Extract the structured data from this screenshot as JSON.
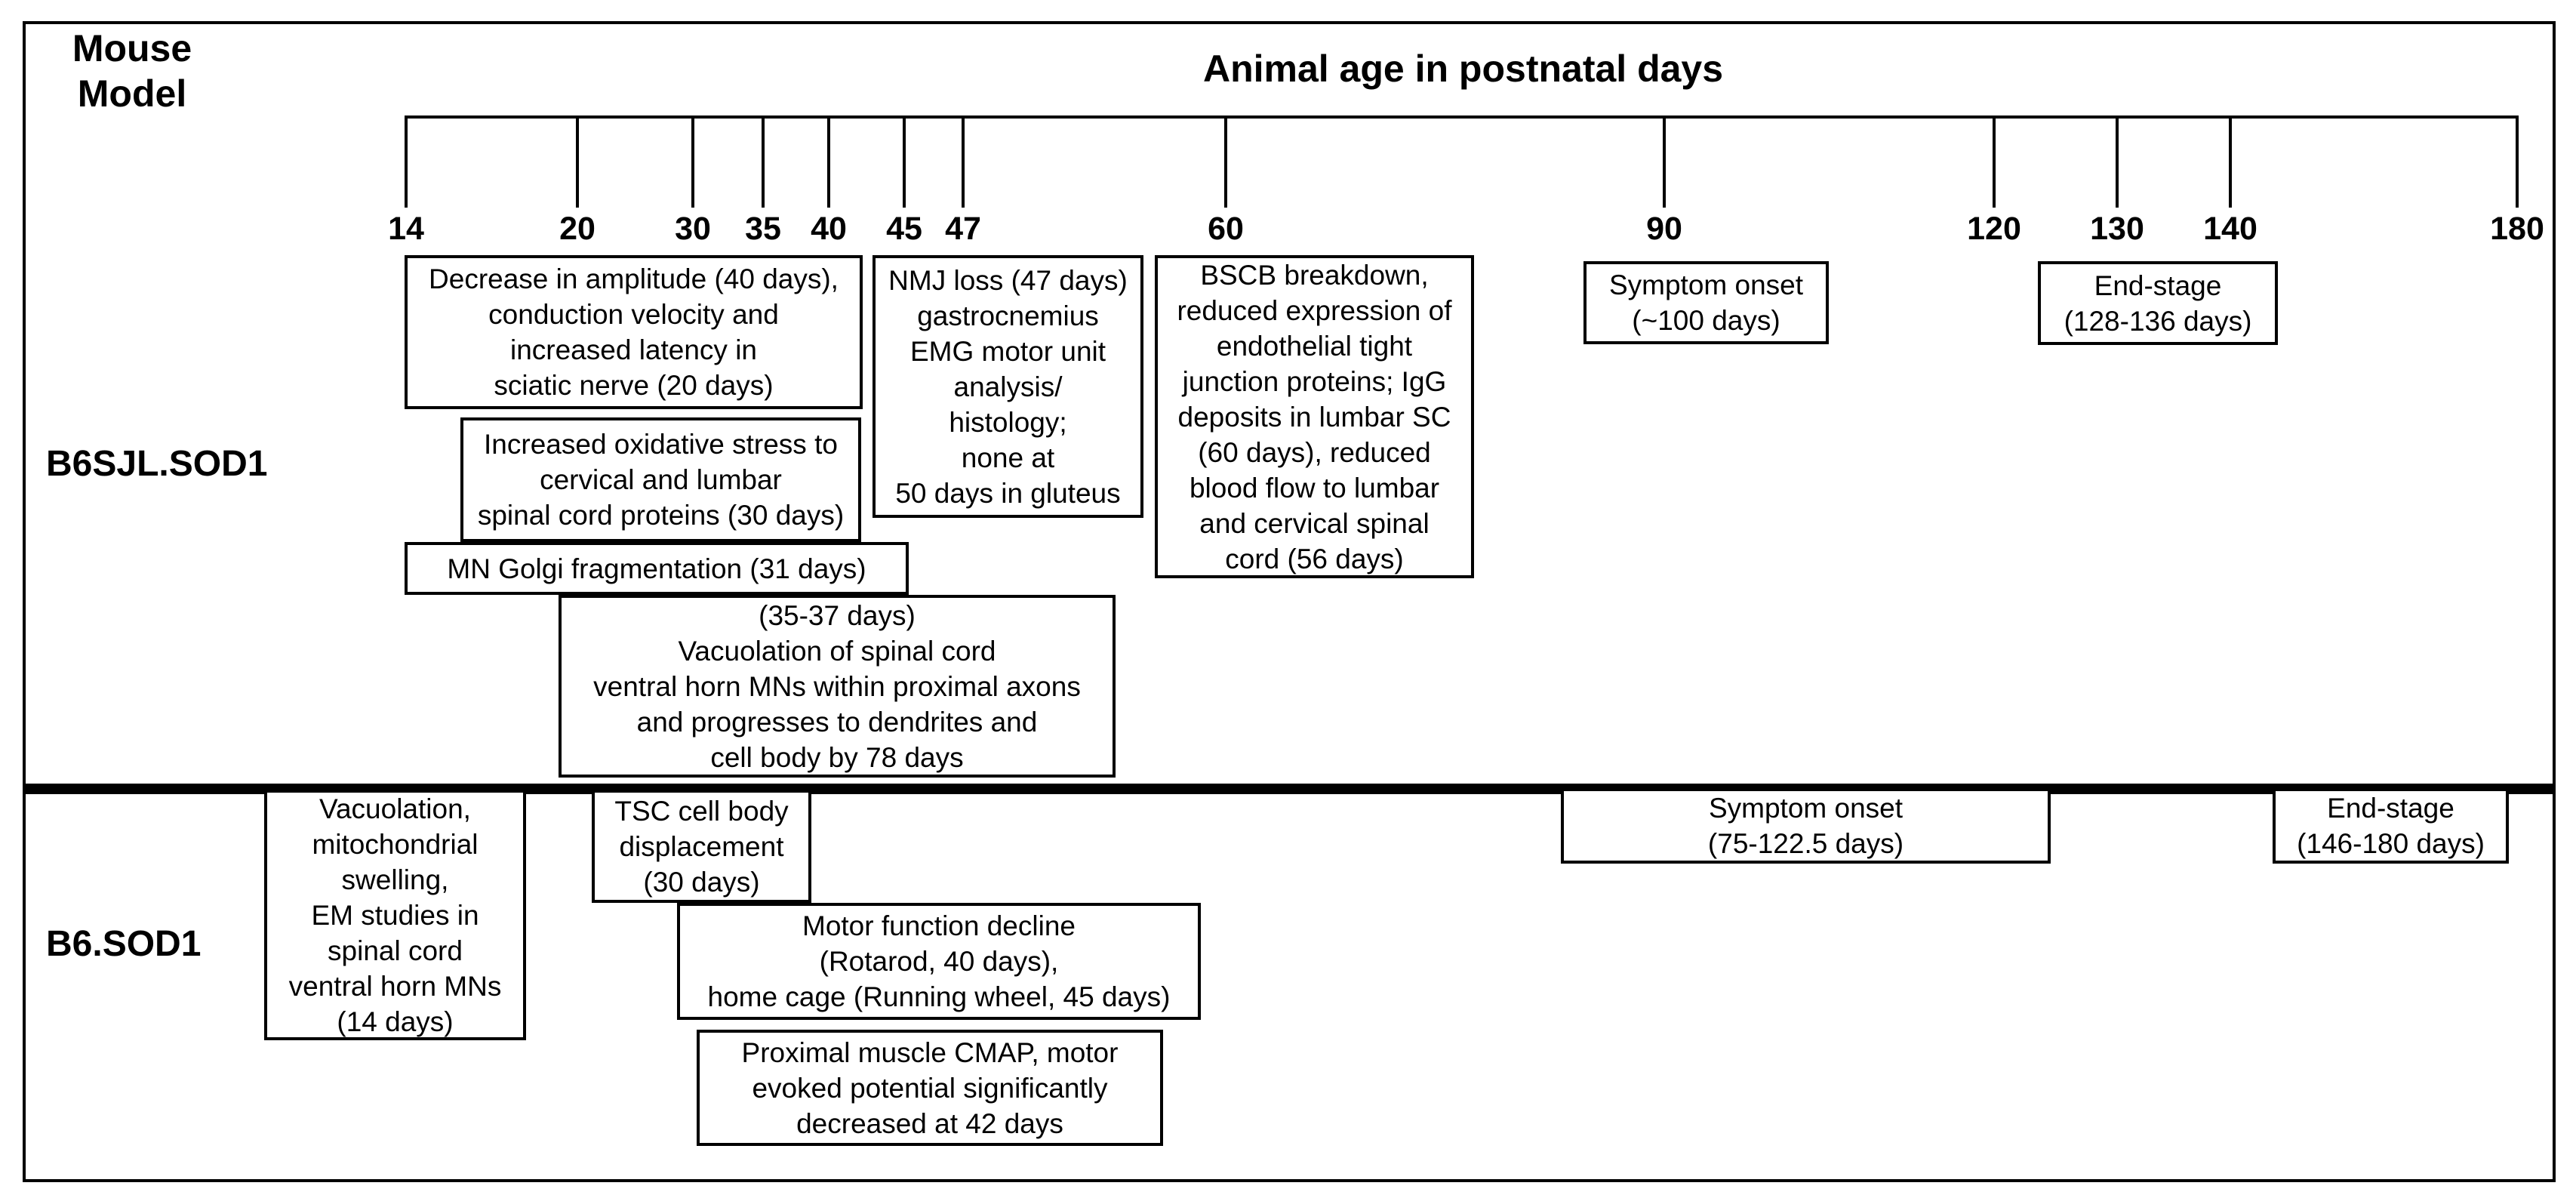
{
  "colors": {
    "ink": "#000000",
    "paper": "#ffffff"
  },
  "header": {
    "corner_label": "Mouse\nModel",
    "axis_title": "Animal age in postnatal days"
  },
  "timeline": {
    "unit": "postnatal days",
    "tick_labels": [
      "14",
      "20",
      "30",
      "35",
      "40",
      "45",
      "47",
      "60",
      "90",
      "120",
      "130",
      "140",
      "180"
    ]
  },
  "rows": [
    {
      "label": "B6SJL.SOD1",
      "events": [
        {
          "name": "sciatic-nerve",
          "text": "Decrease in amplitude (40 days),\nconduction velocity and\nincreased latency in\nsciatic nerve (20 days)"
        },
        {
          "name": "nmj-loss",
          "text": "NMJ loss (47 days)\ngastrocnemius\nEMG motor unit\nanalysis/\nhistology;\nnone at\n50 days in gluteus"
        },
        {
          "name": "bscb-breakdown",
          "text": "BSCB breakdown,\nreduced expression of\nendothelial tight\njunction proteins; IgG\ndeposits in lumbar SC\n(60 days), reduced\nblood flow to lumbar\nand cervical spinal\ncord (56 days)"
        },
        {
          "name": "symptom-onset",
          "text": "Symptom onset\n(~100 days)"
        },
        {
          "name": "end-stage",
          "text": "End-stage\n(128-136 days)"
        },
        {
          "name": "oxidative-stress",
          "text": "Increased oxidative stress to\ncervical and lumbar\nspinal cord proteins (30 days)"
        },
        {
          "name": "golgi-fragmentation",
          "text": "MN Golgi fragmentation (31 days)"
        },
        {
          "name": "vacuolation-spinal-cord",
          "text": "(35-37 days)\nVacuolation of spinal cord\nventral horn MNs within proximal axons\nand progresses to dendrites and\ncell body by 78 days"
        }
      ]
    },
    {
      "label": "B6.SOD1",
      "events": [
        {
          "name": "vacuolation-em",
          "text": "Vacuolation,\nmitochondrial\nswelling,\nEM studies in\nspinal cord\nventral horn MNs\n(14 days)"
        },
        {
          "name": "tsc-displacement",
          "text": "TSC cell body\ndisplacement\n(30 days)"
        },
        {
          "name": "motor-function-decline",
          "text": "Motor function decline\n(Rotarod, 40 days),\nhome cage (Running wheel, 45 days)"
        },
        {
          "name": "cmap-decrease",
          "text": "Proximal muscle CMAP, motor\nevoked potential significantly\ndecreased at 42 days"
        },
        {
          "name": "symptom-onset",
          "text": "Symptom onset\n(75-122.5 days)"
        },
        {
          "name": "end-stage",
          "text": "End-stage\n(146-180 days)"
        }
      ]
    }
  ]
}
